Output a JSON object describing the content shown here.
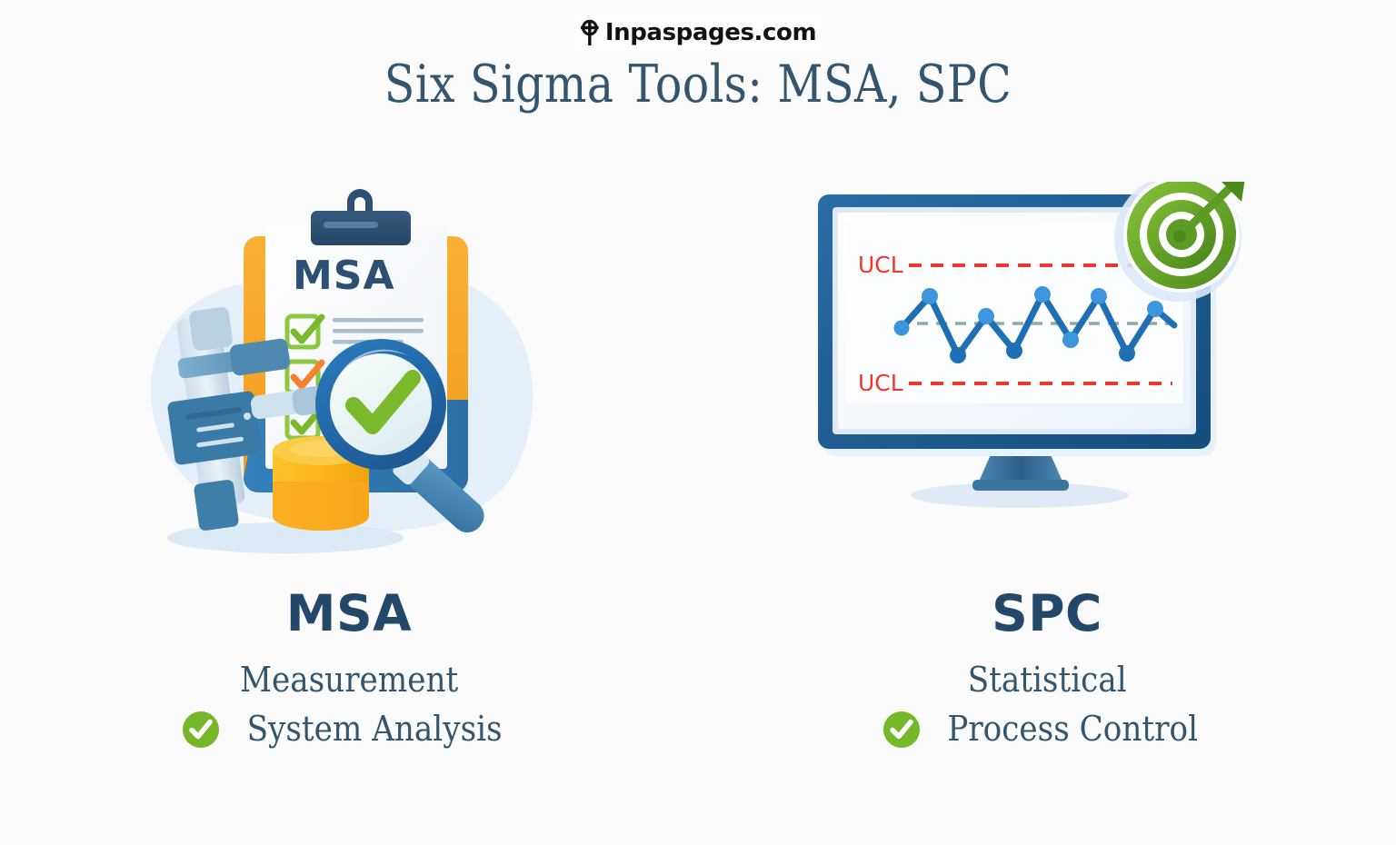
{
  "watermark": {
    "text": "Inpaspages.com",
    "logo_icon": "crosshair-target-icon"
  },
  "header": {
    "title": "Six Sigma Tools: MSA, SPC",
    "title_color": "#33556f"
  },
  "colors": {
    "background": "#fbfbfc",
    "blob_blue": "#e4eff9",
    "title_navy": "#33556f",
    "caption_navy": "#23486a",
    "clipboard_orange": "#f5a623",
    "clipboard_blue": "#2f7cb5",
    "clip_navy": "#2c4f73",
    "check_green": "#79b52c",
    "check_orange": "#f5822a",
    "monitor_blue": "#1c5b90",
    "screen_white": "#fbfdff",
    "ucl_red": "#f0362a",
    "chart_line_blue": "#1f6fb4",
    "chart_dot_blue": "#3d96dd",
    "center_line_gray": "#8fa8a8",
    "target_green_dark": "#4f8a1e",
    "target_green_light": "#7ab62e",
    "badge_green": "#76b72a"
  },
  "panels": [
    {
      "id": "msa",
      "artwork_name": "clipboard-caliper-magnifier-illustration",
      "clipboard_heading": "MSA",
      "checklist": [
        {
          "check_color": "green",
          "lines": 3
        },
        {
          "check_color": "orange",
          "lines": 3
        },
        {
          "check_color": "green",
          "lines": 3
        }
      ],
      "magnifier_icon": "magnifier-with-check-icon",
      "instrument_icon": "caliper-micrometer-icon",
      "caption": {
        "title": "MSA",
        "line1": "Measurement",
        "line2": "System Analysis",
        "badge_icon": "green-check-circle-icon"
      }
    },
    {
      "id": "spc",
      "artwork_name": "monitor-control-chart-target-illustration",
      "screen": {
        "upper_limit_label": "UCL",
        "lower_limit_label": "UCL"
      },
      "target_icon": "green-target-with-arrow-icon",
      "caption": {
        "title": "SPC",
        "line1": "Statistical",
        "line2": "Process Control",
        "badge_icon": "green-check-circle-icon"
      }
    }
  ],
  "chart_data": {
    "type": "line",
    "title": "Control chart on monitor screen",
    "xlabel": "",
    "ylabel": "",
    "x": [
      1,
      2,
      3,
      4,
      5,
      6,
      7,
      8,
      9,
      10,
      11,
      12,
      13
    ],
    "values": [
      50,
      82,
      18,
      64,
      22,
      84,
      36,
      82,
      20,
      70,
      58,
      52,
      50
    ],
    "ylim": [
      0,
      100
    ],
    "grid": false,
    "legend_position": "none",
    "annotations": [
      {
        "label": "UCL",
        "value": 96,
        "style": "red-dashed",
        "position": "top-left"
      },
      {
        "label": "UCL",
        "value": 4,
        "style": "red-dashed",
        "position": "bottom-left"
      },
      {
        "label": "",
        "value": 52,
        "style": "gray-dashed-center-line",
        "position": "center"
      }
    ],
    "marker": "circle",
    "line_color": "#1f6fb4",
    "marker_color": "#3d96dd"
  }
}
